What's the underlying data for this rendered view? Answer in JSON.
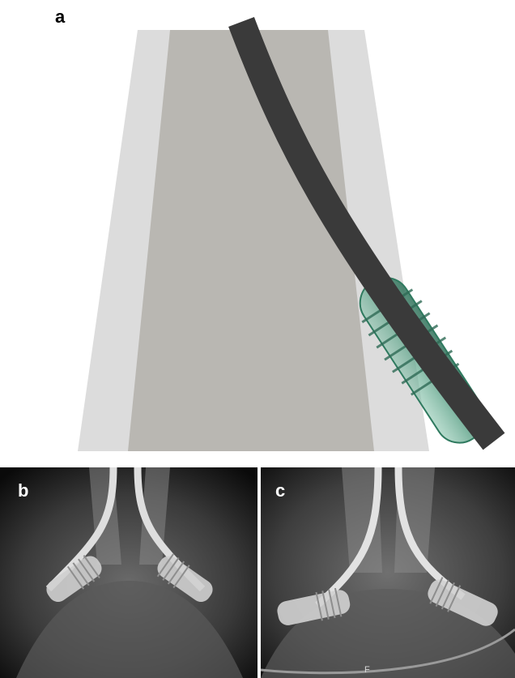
{
  "figure": {
    "panel_a": {
      "label": "a"
    },
    "panel_b": {
      "label": "b"
    },
    "panel_c": {
      "label": "c",
      "marker": "F"
    }
  },
  "colors": {
    "outer_bone": "#dcdcdc",
    "inner_bone": "#b9b7b2",
    "rod": "#3a3a3a",
    "screw_tint": "#4f9a7e",
    "xray_background": "#000000"
  }
}
